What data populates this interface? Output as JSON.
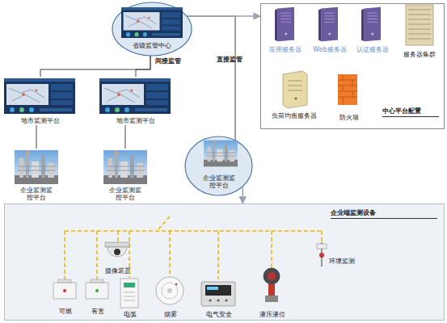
{
  "diagram": {
    "nodes": [
      {
        "text": [
          "省级监管中心"
        ]
      },
      {
        "text": [
          "中心平台配置"
        ]
      },
      {
        "text": [
          "应用服务器"
        ],
        "in": 1
      },
      {
        "text": [
          "Web服务器"
        ],
        "in": 1
      },
      {
        "text": [
          "认证服务器"
        ],
        "in": 1
      },
      {
        "text": [
          "服务器集群"
        ],
        "in": 1
      },
      {
        "text": [
          "负荷均衡服务器"
        ],
        "in": 1
      },
      {
        "text": [
          "防火墙"
        ],
        "in": 1
      },
      {
        "text": [
          "地市监测平台"
        ]
      },
      {
        "text": [
          "地市监测平台"
        ]
      },
      {
        "text": [
          "企业监测监控平台"
        ]
      },
      {
        "text": [
          "企业监测监控平台"
        ]
      },
      {
        "text": [
          "企业监测监控平台"
        ]
      },
      {
        "text": [
          "企业端监测设备"
        ]
      },
      {
        "text": [
          "摄像装置"
        ],
        "in": 13
      },
      {
        "text": [
          "环境监测"
        ],
        "in": 13
      },
      {
        "text": [
          "可燃"
        ],
        "in": 13
      },
      {
        "text": [
          "有害"
        ],
        "in": 13
      },
      {
        "text": [
          "电弧"
        ],
        "in": 13
      },
      {
        "text": [
          "烟雾"
        ],
        "in": 13
      },
      {
        "text": [
          "电气安全"
        ],
        "in": 13
      },
      {
        "text": [
          "液压液位"
        ],
        "in": 13
      }
    ],
    "edges": [
      {
        "from": 0,
        "to": 8,
        "arrow": "none"
      },
      {
        "from": 0,
        "to": 9,
        "arrow": "none"
      },
      {
        "from": 8,
        "to": 10,
        "arrow": "none"
      },
      {
        "from": 9,
        "to": 11,
        "arrow": "none"
      },
      {
        "from": 0,
        "to": 12,
        "label": "直接监管",
        "arrow": "none"
      },
      {
        "from": 0,
        "to": 1,
        "arrow": "to"
      },
      {
        "from": 12,
        "to": 13,
        "arrow": "to"
      }
    ],
    "labels": [
      "间接监管"
    ]
  }
}
